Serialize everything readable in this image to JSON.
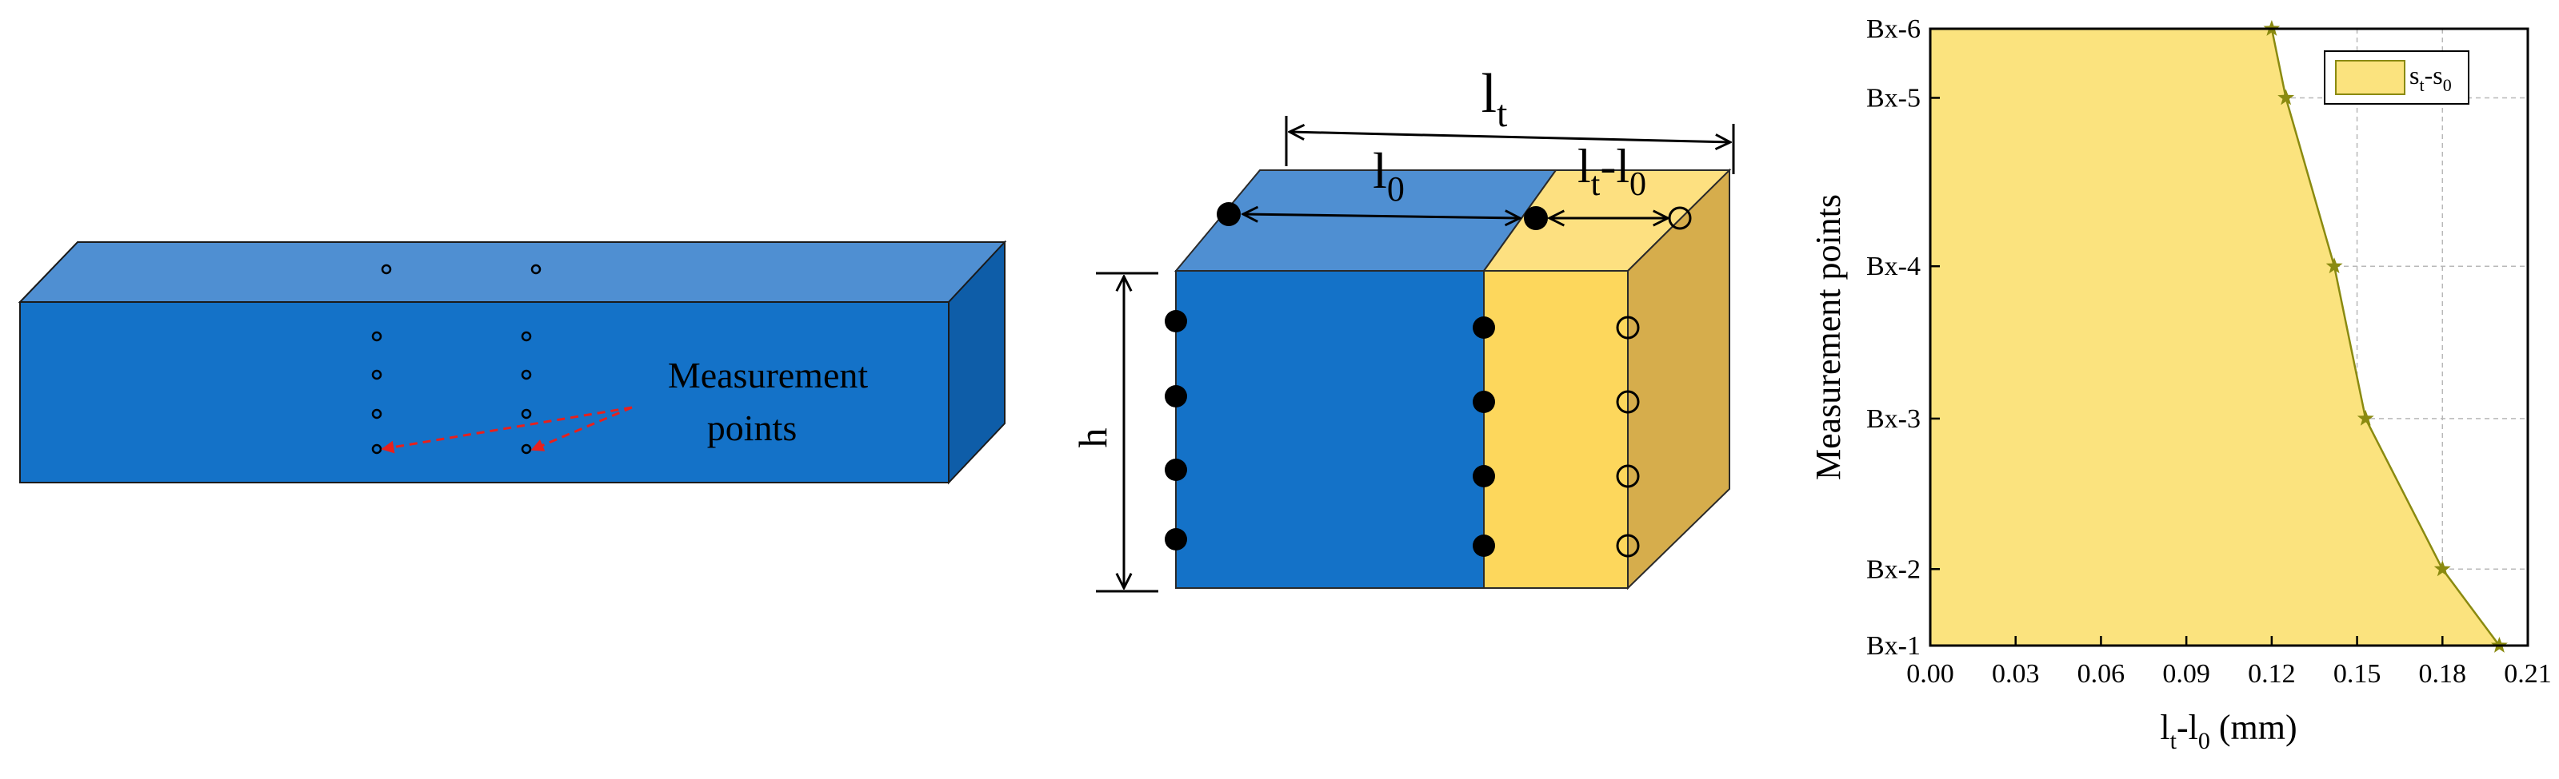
{
  "panel_a": {
    "label_line1": "Measurement",
    "label_line2": "points"
  },
  "panel_b": {
    "top_label_base": "l",
    "top_label_sub": "t",
    "inner_label_base": "l",
    "inner_label_sub": "0",
    "diff_label_base": "l",
    "diff_label_sub1": "t",
    "diff_label_mid": "-l",
    "diff_label_sub2": "0",
    "height_label": "h"
  },
  "chart_data": {
    "type": "area",
    "ylabel": "Measurement points",
    "xlabel": {
      "base": "l",
      "sub1": "t",
      "mid": "-l",
      "sub2": "0",
      "unit": " (mm)"
    },
    "x_ticks": [
      "0.00",
      "0.03",
      "0.06",
      "0.09",
      "0.12",
      "0.15",
      "0.18",
      "0.21"
    ],
    "xlim": [
      0,
      0.21
    ],
    "y_categories": [
      "Bx-1",
      "Bx-2",
      "Bx-3",
      "Bx-4",
      "Bx-5",
      "Bx-6"
    ],
    "series": [
      {
        "name": {
          "base": "s",
          "sub1": "t",
          "mid": "-s",
          "sub2": "0"
        },
        "points": [
          {
            "y": "Bx-1",
            "x": 0.2
          },
          {
            "y": "Bx-2",
            "x": 0.18
          },
          {
            "y": "Bx-3",
            "x": 0.153
          },
          {
            "y": "Bx-4",
            "x": 0.142
          },
          {
            "y": "Bx-5",
            "x": 0.125
          },
          {
            "y": "Bx-6",
            "x": 0.12
          }
        ]
      }
    ],
    "grid": true,
    "legend": "top-right",
    "colors": {
      "fill": "#fbe37e",
      "line": "#8a8a10",
      "marker": "#8a8a10"
    }
  },
  "colors": {
    "beam_front": "#1472c8",
    "beam_top": "#4f8fd2",
    "beam_side": "#0e5da8",
    "yellow_front": "#fdd75c",
    "yellow_top": "#fde080",
    "yellow_side": "#d6ad4c",
    "arrow_red": "#e8201c"
  }
}
